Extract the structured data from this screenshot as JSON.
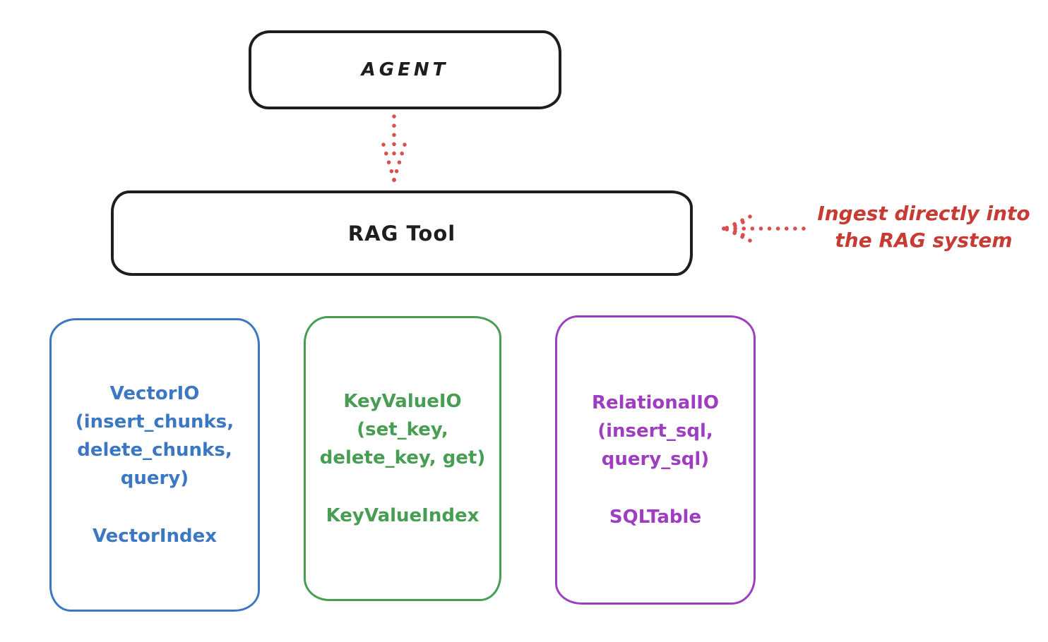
{
  "colors": {
    "ink": "#1e1e1e",
    "annotation_red": "#c83b33",
    "arrow_red": "#d9504b",
    "vector_blue": "#3b77c3",
    "keyvalue_green": "#479e52",
    "relational_purple": "#9e3dc1",
    "background": "#ffffff"
  },
  "agent_box": {
    "label": "AGENT"
  },
  "rag_tool_box": {
    "label": "RAG Tool"
  },
  "annotation": {
    "line1": "Ingest directly into",
    "line2": "the RAG system"
  },
  "stores": [
    {
      "id": "vector-io",
      "io_lines": [
        "VectorIO",
        "(insert_chunks,",
        "delete_chunks,",
        "query)"
      ],
      "index_label": "VectorIndex",
      "color": "#3b77c3"
    },
    {
      "id": "keyvalue-io",
      "io_lines": [
        "KeyValueIO",
        "(set_key,",
        "delete_key, get)"
      ],
      "index_label": "KeyValueIndex",
      "color": "#479e52"
    },
    {
      "id": "relational-io",
      "io_lines": [
        "RelationalIO",
        "(insert_sql,",
        "query_sql)"
      ],
      "index_label": "SQLTable",
      "color": "#9e3dc1"
    }
  ]
}
